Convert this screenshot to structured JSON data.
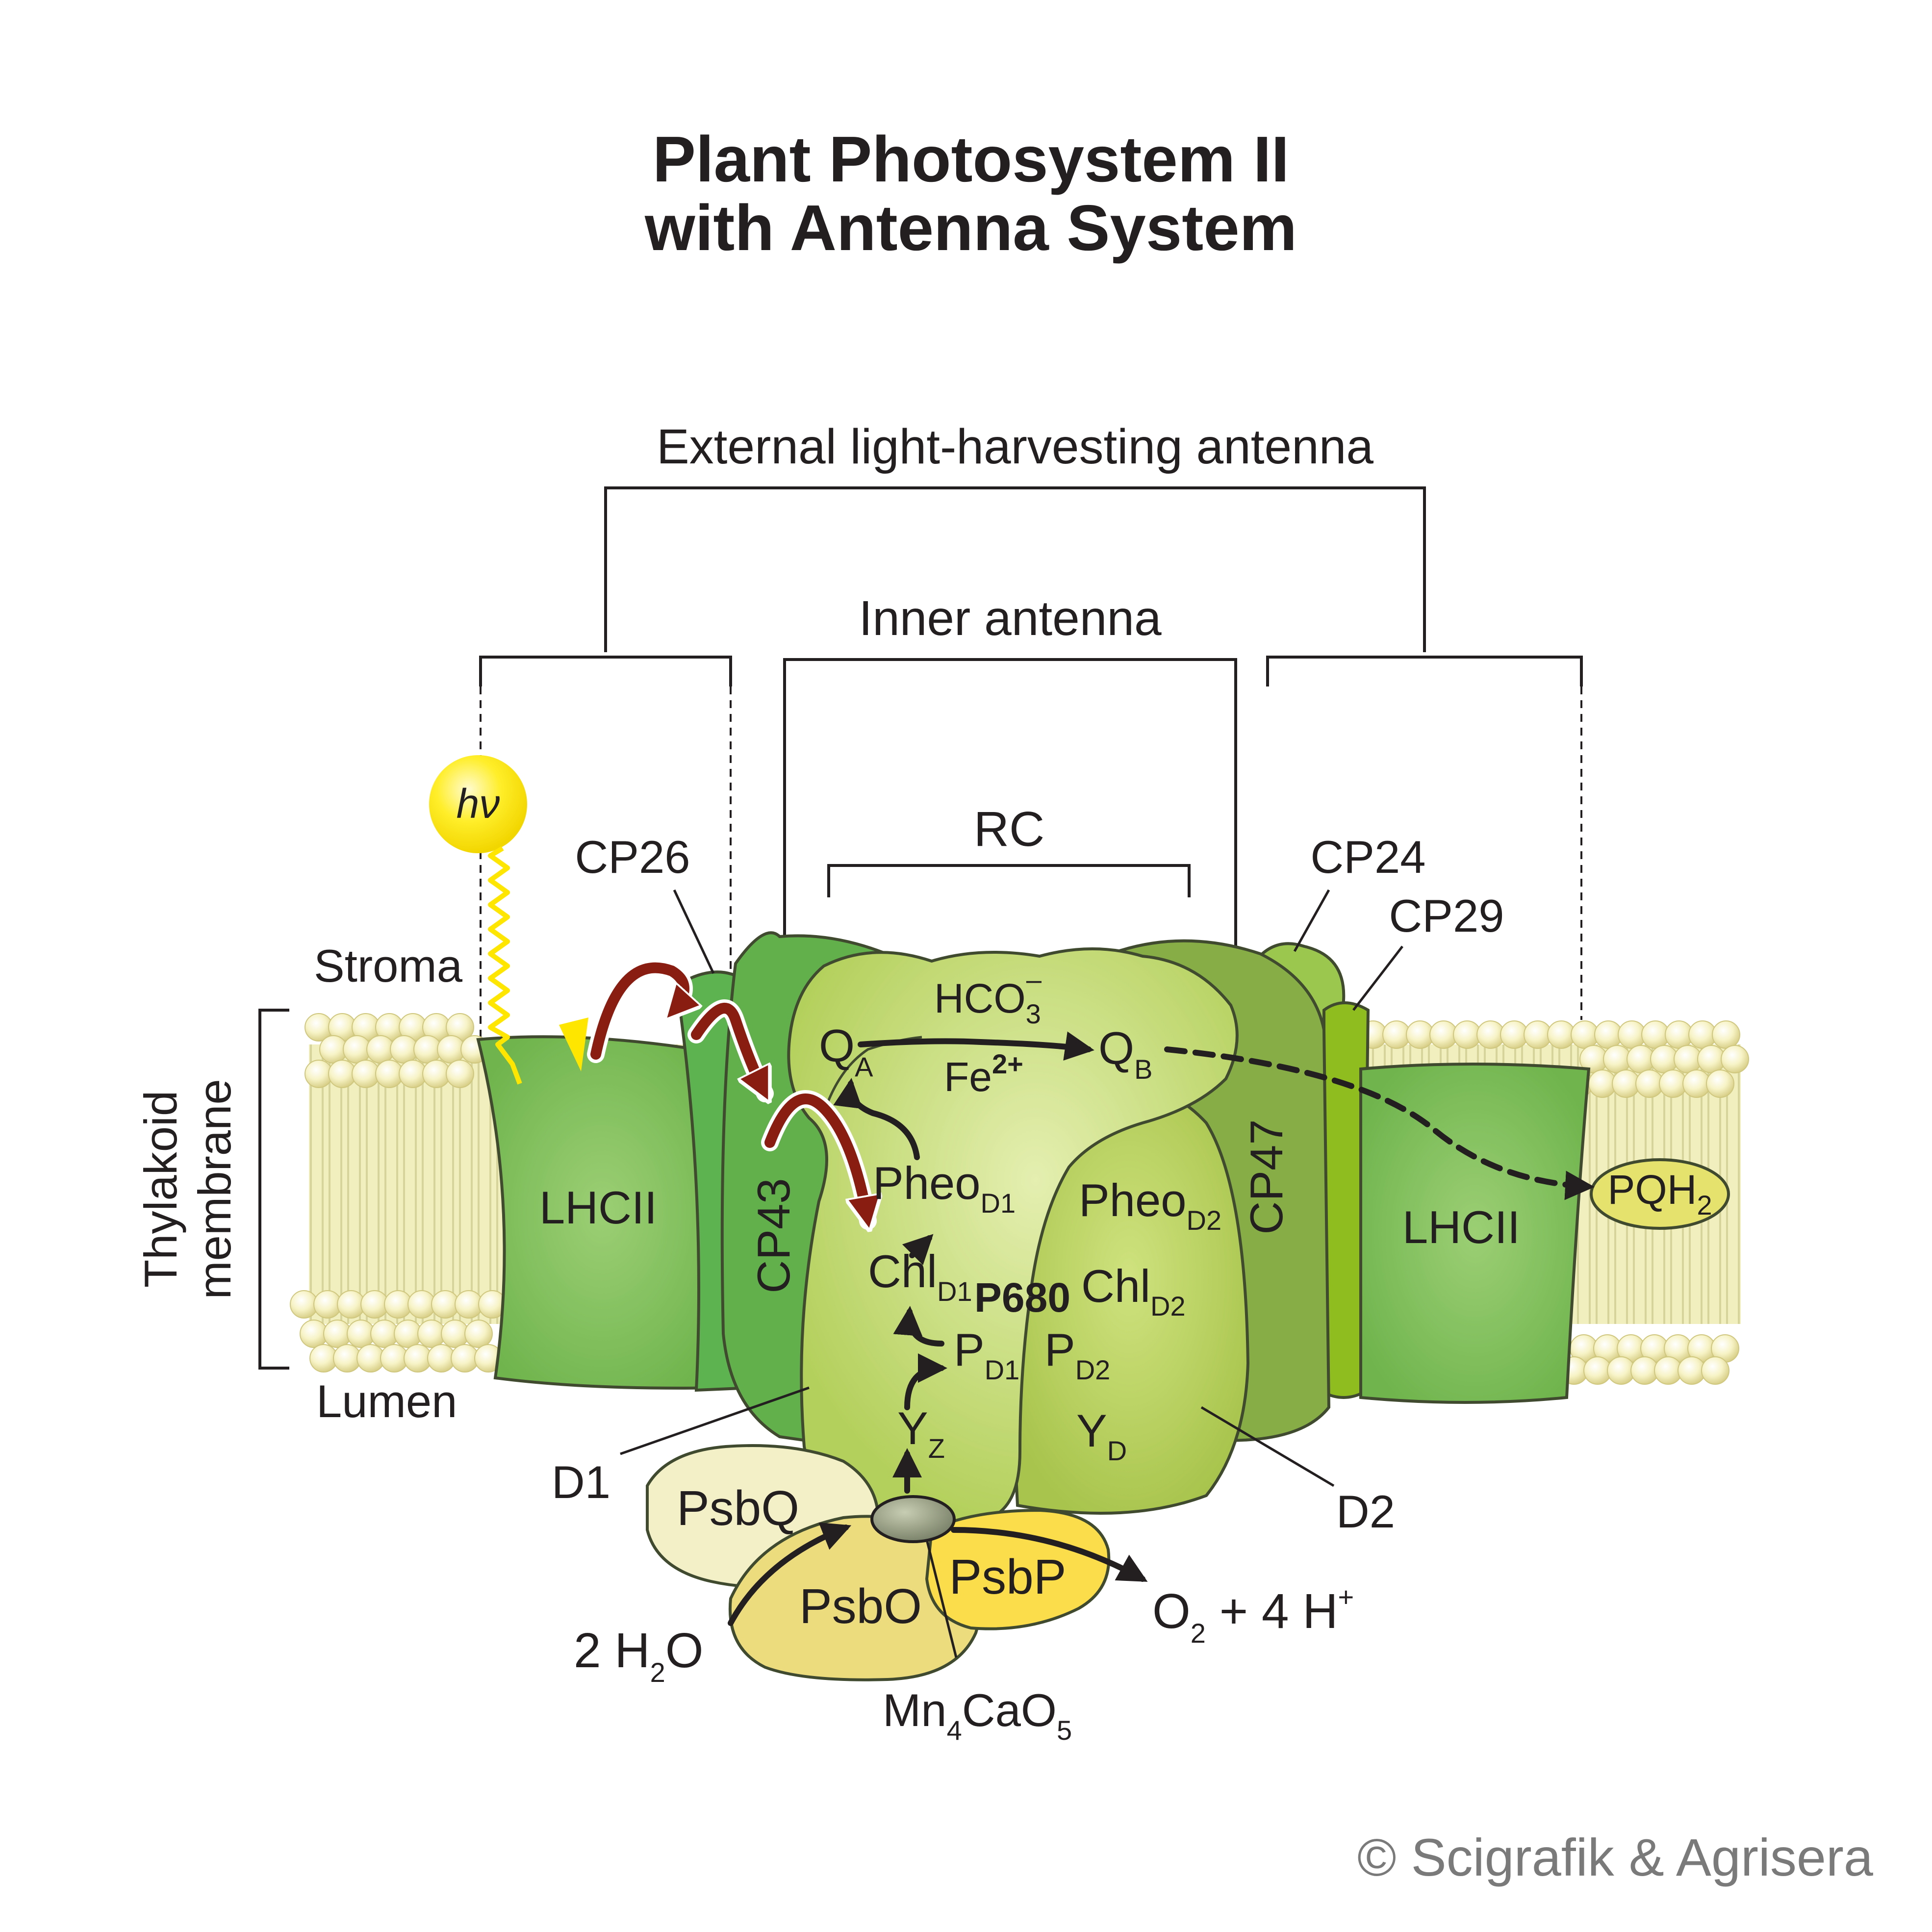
{
  "title": {
    "line1": "Plant Photosystem II",
    "line2": "with Antenna System"
  },
  "brackets": {
    "external": "External light-harvesting antenna",
    "inner": "Inner antenna",
    "rc": "RC"
  },
  "membrane": {
    "stroma": "Stroma",
    "lumen": "Lumen",
    "thylakoid_line1": "Thylakoid",
    "thylakoid_line2": "membrane"
  },
  "photon": {
    "label": "hν",
    "color": "#ffe600"
  },
  "proteins": {
    "lhcii_left": "LHCII",
    "lhcii_right": "LHCII",
    "cp26": "CP26",
    "cp43": "CP43",
    "cp47": "CP47",
    "cp24": "CP24",
    "cp29": "CP29",
    "d1": "D1",
    "d2": "D2",
    "psbq": "PsbQ",
    "psbo": "PsbO",
    "psbp": "PsbP"
  },
  "cofactors": {
    "hco3": {
      "base": "HCO",
      "sub": "3",
      "sup": "–"
    },
    "fe": {
      "base": "Fe",
      "sup": "2+"
    },
    "qa": {
      "base": "Q",
      "sub": "A"
    },
    "qb": {
      "base": "Q",
      "sub": "B"
    },
    "pheo_d1": {
      "base": "Pheo",
      "sub": "D1"
    },
    "pheo_d2": {
      "base": "Pheo",
      "sub": "D2"
    },
    "chl_d1": {
      "base": "Chl",
      "sub": "D1"
    },
    "chl_d2": {
      "base": "Chl",
      "sub": "D2"
    },
    "p680": "P680",
    "p_d1": {
      "base": "P",
      "sub": "D1"
    },
    "p_d2": {
      "base": "P",
      "sub": "D2"
    },
    "yz": {
      "base": "Y",
      "sub": "Z"
    },
    "yd": {
      "base": "Y",
      "sub": "D"
    },
    "pqh2": {
      "base": "PQH",
      "sub": "2"
    }
  },
  "reactions": {
    "water": {
      "pre": "2 H",
      "sub": "2",
      "post": "O"
    },
    "products": {
      "o": "O",
      "sub": "2",
      "mid": " + 4 H",
      "sup": "+"
    },
    "mn_cluster": {
      "a": "Mn",
      "s1": "4",
      "b": "CaO",
      "s2": "5"
    }
  },
  "copyright": "© Scigrafik & Agrisera",
  "colors": {
    "lhcii": "#7cbf5a",
    "cp26": "#5db350",
    "cp43": "#62b04c",
    "cp47": "#86ad46",
    "cp24": "#9bc74f",
    "cp29": "#8fbd1f",
    "d1": "#c5dc78",
    "d2": "#b3cf5c",
    "psbq": "#f3f0c8",
    "psbo": "#ecdc7e",
    "psbp": "#fbdc4b",
    "energy_arrow": "#8a1d12",
    "lipid_head": "#f5f0bc"
  }
}
